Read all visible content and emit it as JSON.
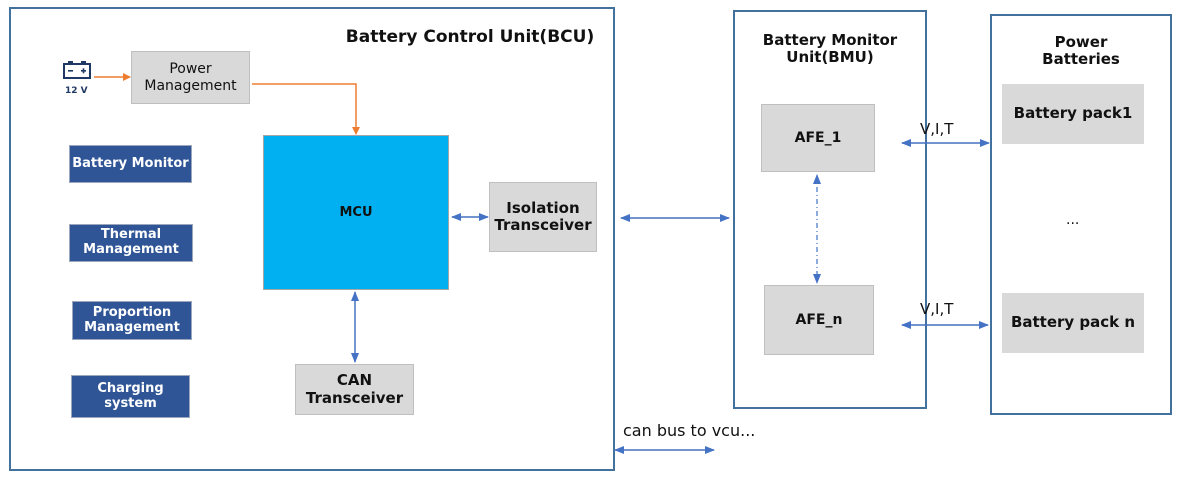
{
  "bcu": {
    "title": "Battery Control Unit(BCU)",
    "power_source": {
      "icon": "battery-icon",
      "label": "12 V"
    },
    "power_management": "Power\nManagement",
    "mcu": "MCU",
    "isolation_transceiver": "Isolation\nTransceiver",
    "can_transceiver": "CAN\nTransceiver",
    "functions": [
      {
        "label": "Battery Monitor"
      },
      {
        "label": "Thermal\nManagement"
      },
      {
        "label": "Proportion\nManagement"
      },
      {
        "label": "Charging\nsystem"
      }
    ]
  },
  "bmu": {
    "title": "Battery Monitor\nUnit(BMU)",
    "afe_first": "AFE_1",
    "afe_last": "AFE_n"
  },
  "power_batteries": {
    "title": "Power\nBatteries",
    "pack_first": "Battery pack1",
    "ellipsis": "...",
    "pack_last": "Battery pack n"
  },
  "links": {
    "vit_top": "V,I,T",
    "vit_bottom": "V,I,T",
    "can_bus": "can bus to vcu..."
  },
  "colors": {
    "frame": "#41719c",
    "power_line": "#ed7d31",
    "signal_line": "#4472c4",
    "mcu_fill": "#00b0f0",
    "function_fill": "#2f5597",
    "block_fill": "#d9d9d9"
  }
}
